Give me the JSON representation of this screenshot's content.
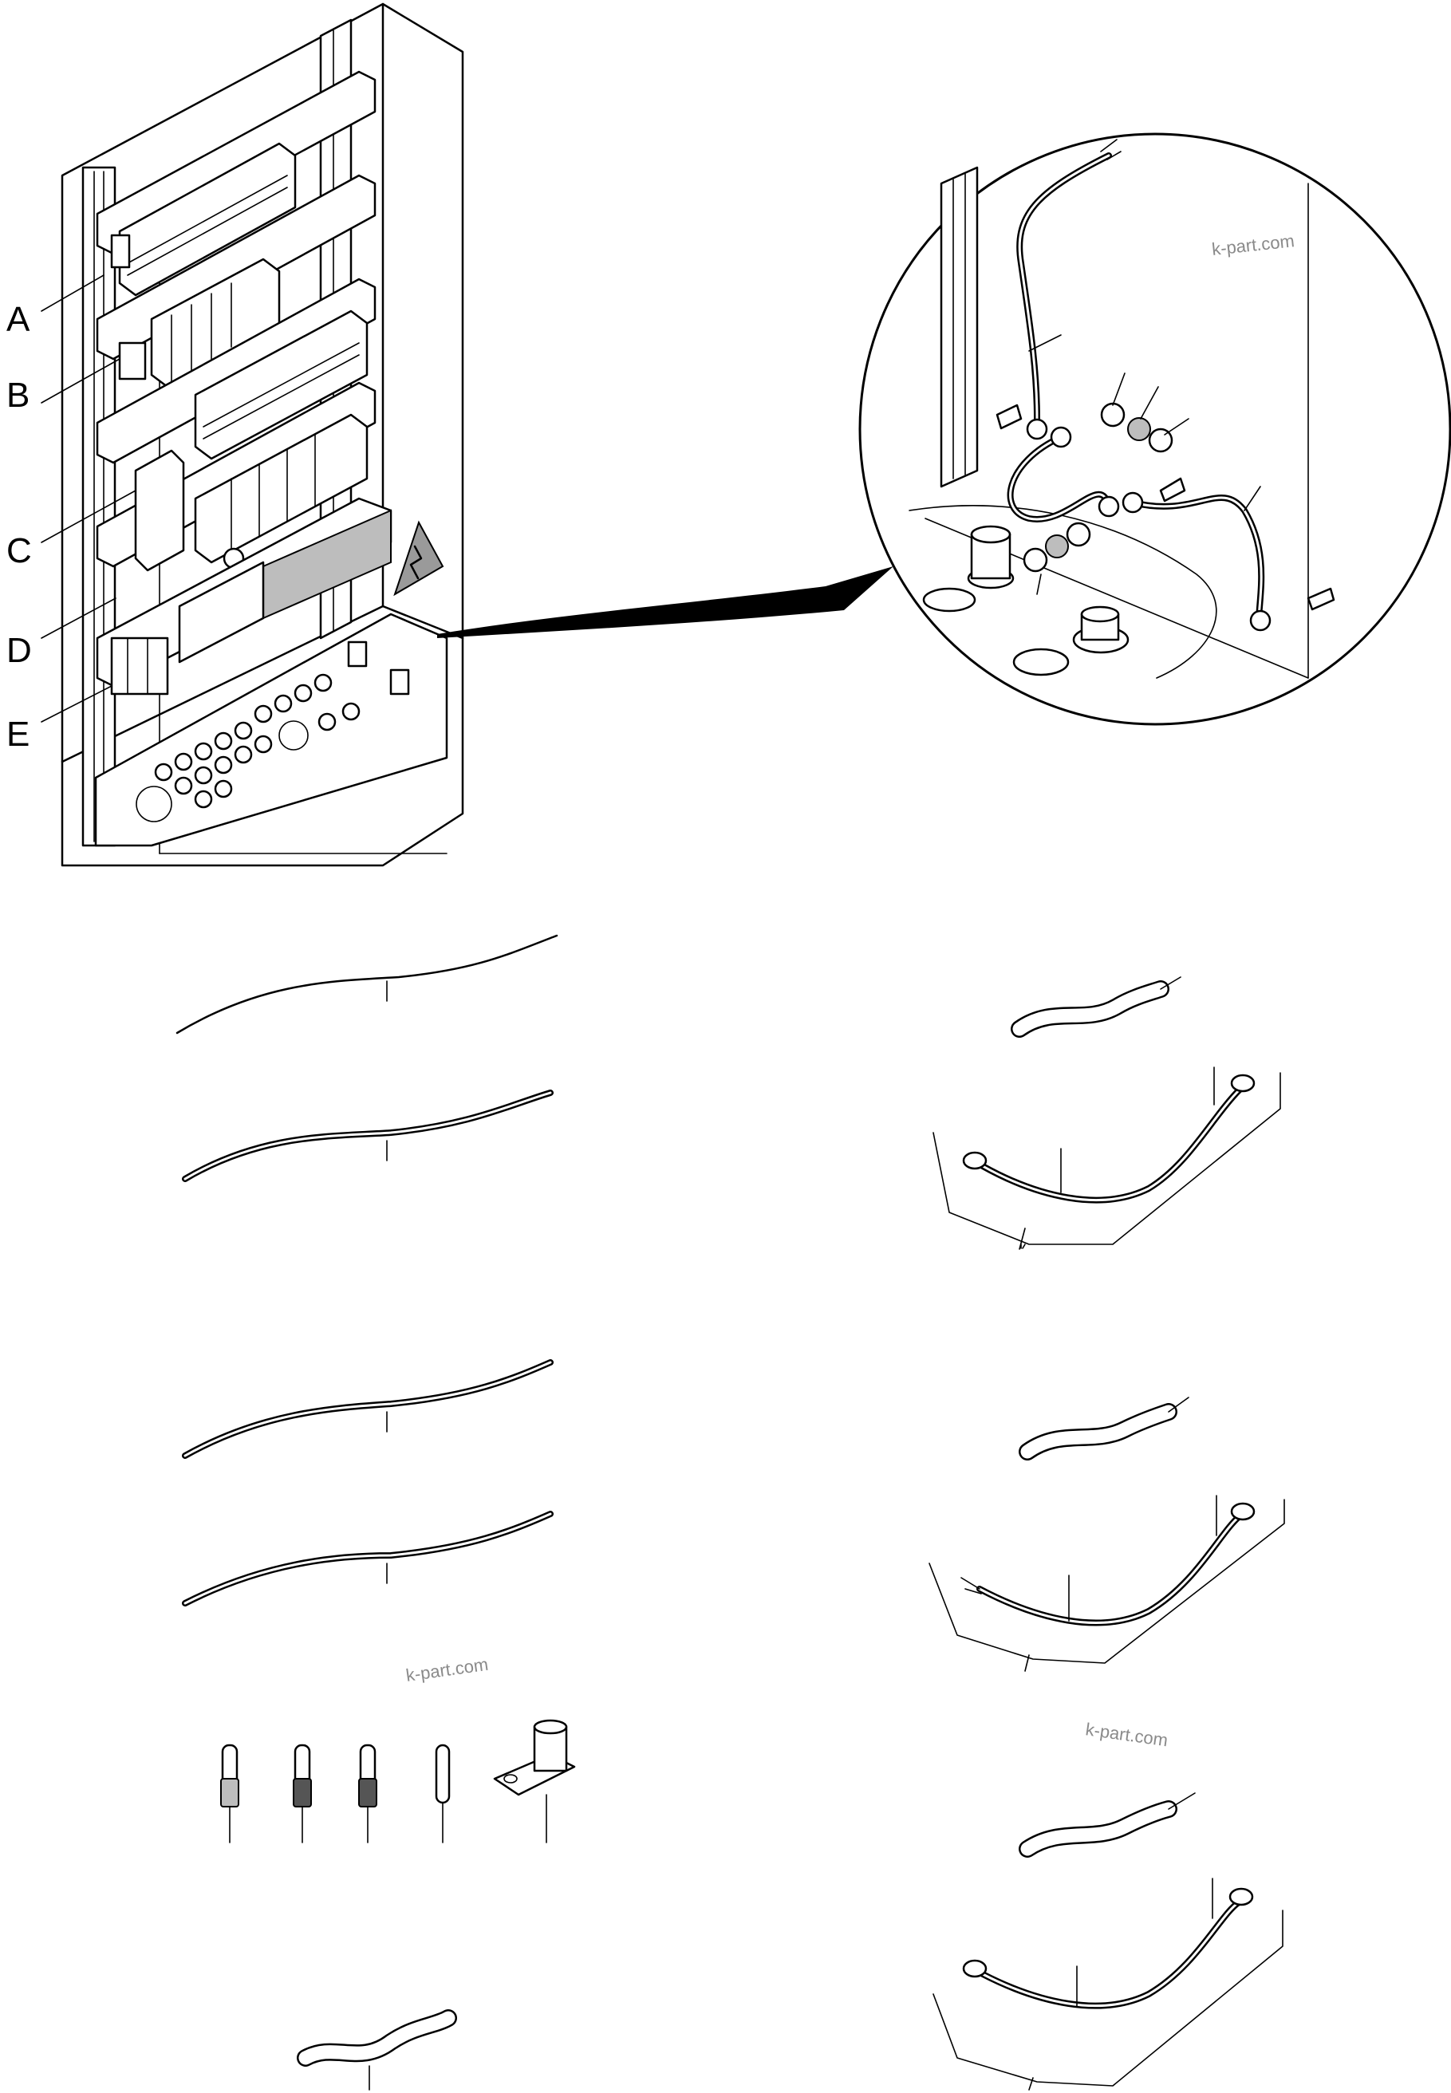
{
  "callouts": {
    "a": "A",
    "b": "B",
    "c": "C",
    "d": "D",
    "e": "E"
  },
  "watermarks": {
    "w1": "k-part.com",
    "w2": "k-part.com",
    "w3": "k-part.com"
  },
  "icons": {
    "warning": "high-voltage-warning-icon"
  },
  "colors": {
    "line": "#000000",
    "watermark": "#8a8a8a",
    "background": "#ffffff"
  }
}
